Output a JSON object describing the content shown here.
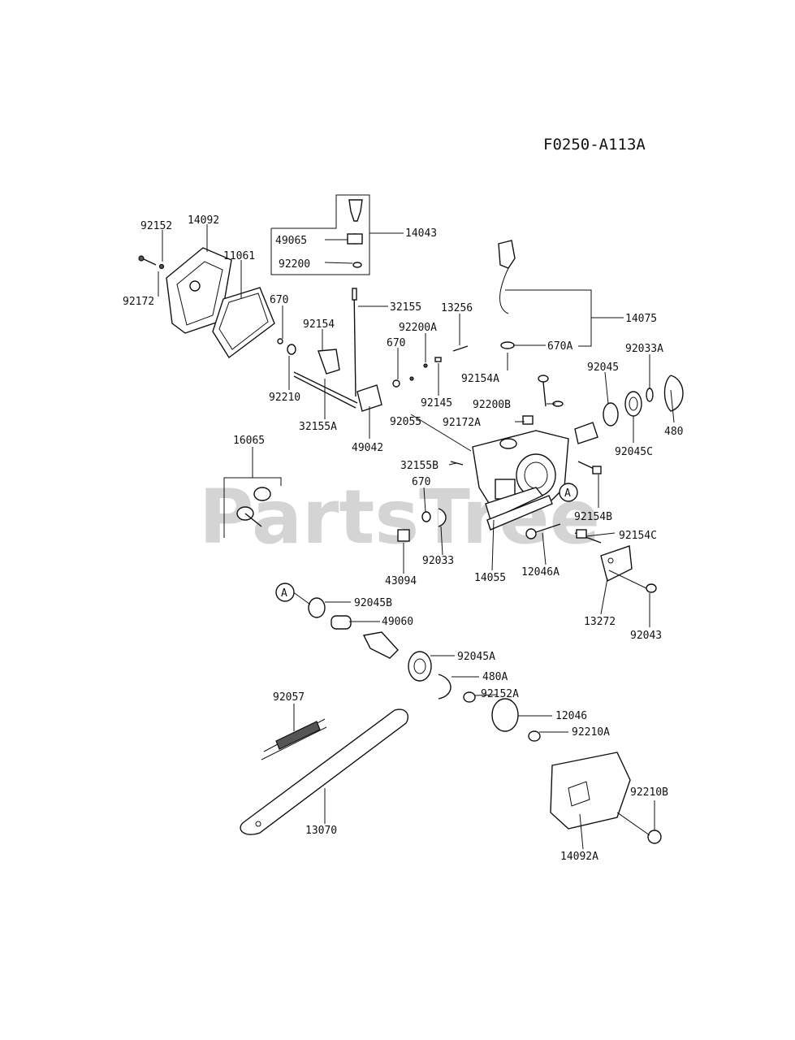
{
  "diagram_code": "F0250-A113A",
  "watermark": "PartsTree",
  "callout_ref": "A",
  "part_numbers": {
    "p92152": "92152",
    "p14092": "14092",
    "p92172": "92172",
    "p11061": "11061",
    "p49065": "49065",
    "p92200": "92200",
    "p14043": "14043",
    "p32155": "32155",
    "p13256": "13256",
    "p670": "670",
    "p92154": "92154",
    "p92200A": "92200A",
    "p670b": "670",
    "p92210": "92210",
    "p32155A": "32155A",
    "p49042": "49042",
    "p92145": "92145",
    "p92055": "92055",
    "p14075": "14075",
    "p670A": "670A",
    "p92154A": "92154A",
    "p92045": "92045",
    "p92033A": "92033A",
    "p92200B": "92200B",
    "p92172A": "92172A",
    "p480": "480",
    "p92045C": "92045C",
    "p16065": "16065",
    "p32155B": "32155B",
    "p670c": "670",
    "p92154B": "92154B",
    "p92154C": "92154C",
    "p92033": "92033",
    "p14055": "14055",
    "p12046A": "12046A",
    "p43094": "43094",
    "p13272": "13272",
    "p92043": "92043",
    "p92045B": "92045B",
    "p49060": "49060",
    "p92045A": "92045A",
    "p480A": "480A",
    "p92057": "92057",
    "p92152A": "92152A",
    "p12046": "12046",
    "p92210A": "92210A",
    "p92210B": "92210B",
    "p13070": "13070",
    "p14092A": "14092A"
  }
}
